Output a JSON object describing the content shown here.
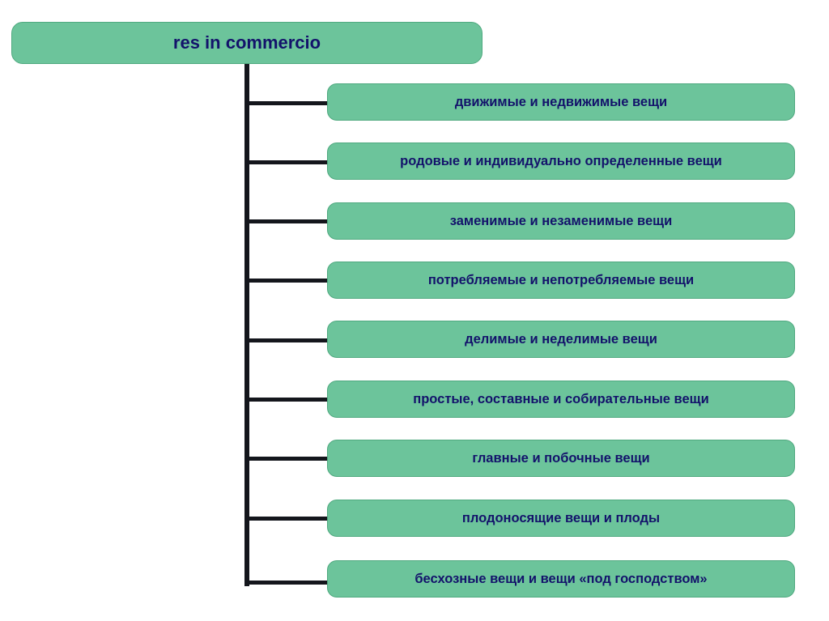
{
  "diagram": {
    "type": "tree",
    "root": {
      "label": "res in commercio"
    },
    "children": [
      {
        "label": "движимые и недвижимые вещи"
      },
      {
        "label": "родовые и индивидуально определенные вещи"
      },
      {
        "label": "заменимые и незаменимые вещи"
      },
      {
        "label": "потребляемые и непотребляемые вещи"
      },
      {
        "label": "делимые и неделимые вещи"
      },
      {
        "label": "простые, составные и собирательные вещи"
      },
      {
        "label": "главные и побочные вещи"
      },
      {
        "label": "плодоносящие вещи и плоды"
      },
      {
        "label": "бесхозные вещи и вещи «под господством»"
      }
    ],
    "colors": {
      "node_fill": "#6CC49B",
      "node_text": "#13126B",
      "connector": "#14161C",
      "background": "#FFFFFF"
    }
  }
}
